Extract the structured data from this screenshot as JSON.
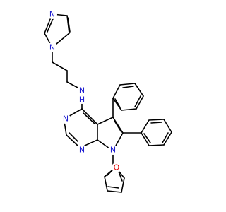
{
  "colors": {
    "background": "#ffffff",
    "bond": "#000000",
    "nitrogen": "#1f1fd0",
    "oxygen": "#e00000",
    "hydrogen": "#1f1fd0"
  },
  "atoms": {
    "n_amine": "N",
    "h_amine": "H",
    "n_pyrimidine_top": "N",
    "n_pyrimidine_bottom": "N",
    "n_pyrrole": "N",
    "n_imidazole_1": "N",
    "n_imidazole_3": "N",
    "o_furan": "O"
  }
}
